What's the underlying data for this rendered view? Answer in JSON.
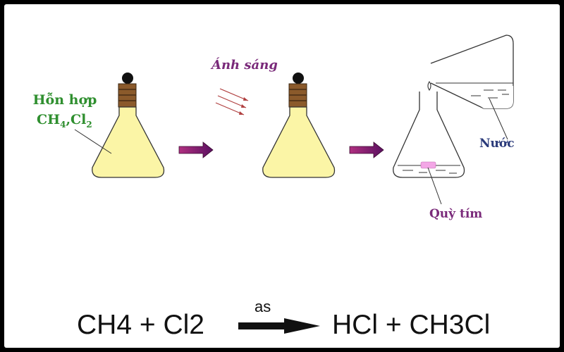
{
  "labels": {
    "mixture_line1": "Hỗn hợp",
    "mixture_ch": "CH",
    "mixture_sub4": "4",
    "mixture_cl": ",Cl",
    "mixture_sub2": "2",
    "light": "Ánh sáng",
    "water": "Nước",
    "litmus": "Quỳ tím"
  },
  "equation": {
    "reactants": "CH4 + Cl2",
    "condition": "as",
    "products": "HCl + CH3Cl"
  },
  "colors": {
    "flask_fill": "#fbf5a6",
    "stopper": "#8b5a2b",
    "arrow": "#7a1a5a",
    "mixture_label": "#2f8f2f",
    "light_label": "#7a2a7a",
    "water_label": "#2a3a7a",
    "litmus_label": "#7a2a7a",
    "litmus_paper": "#f3a6e6",
    "ray": "#b04040"
  }
}
